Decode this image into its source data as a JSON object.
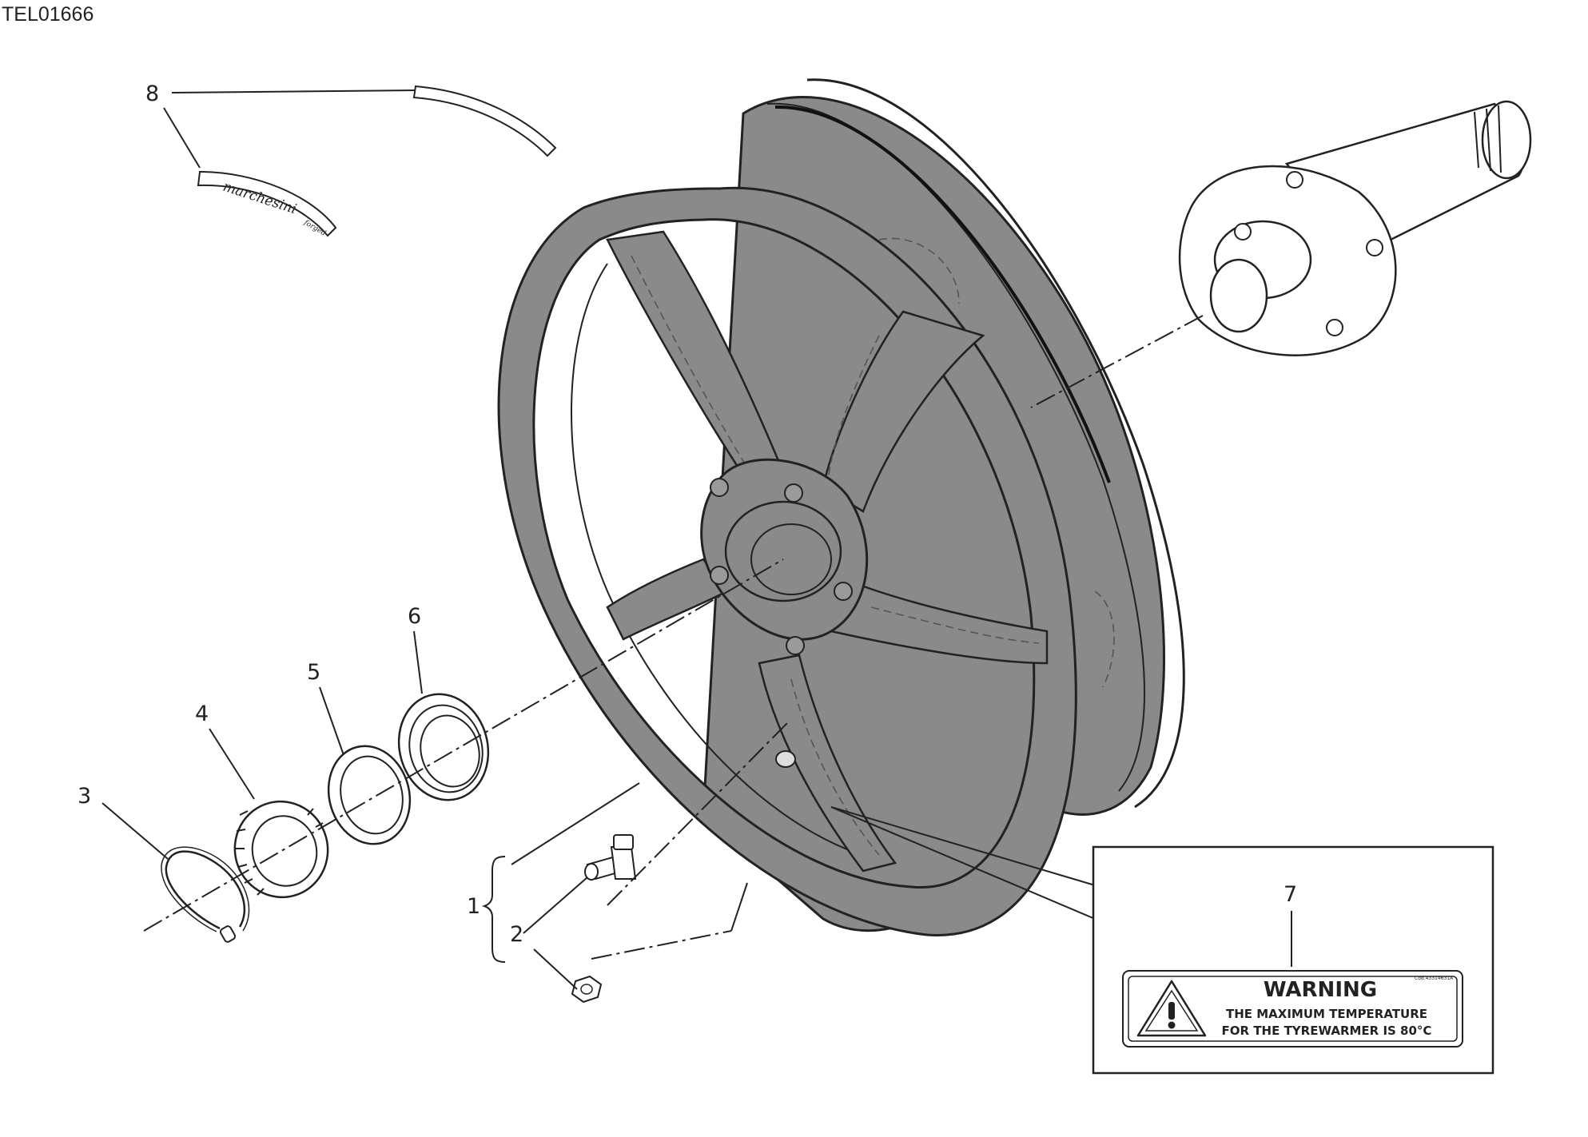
{
  "drawing_code": "TEL01666",
  "callouts": [
    "1",
    "2",
    "3",
    "4",
    "5",
    "6",
    "7",
    "8"
  ],
  "parts": {
    "wheel": {
      "callout": "1"
    },
    "valve_and_nut": {
      "callout": "2"
    },
    "circlip": {
      "callout": "3"
    },
    "ring_nut": {
      "callout": "4"
    },
    "washer": {
      "callout": "5"
    },
    "bearing_seal": {
      "callout": "6"
    },
    "warning_label": {
      "callout": "7"
    },
    "rim_sticker": {
      "callout": "8"
    }
  },
  "sticker_text": "marchesini",
  "sticker_small": "forged",
  "warning": {
    "title": "WARNING",
    "line1": "THE MAXIMUM TEMPERATURE",
    "line2": "FOR THE TYREWARMER IS 80°C",
    "code": "Cod.43314631A"
  },
  "colors": {
    "wheel_fill": "#888888",
    "line": "#222222",
    "background": "#ffffff"
  },
  "icons": {
    "warning_label": "warning-triangle-icon"
  }
}
